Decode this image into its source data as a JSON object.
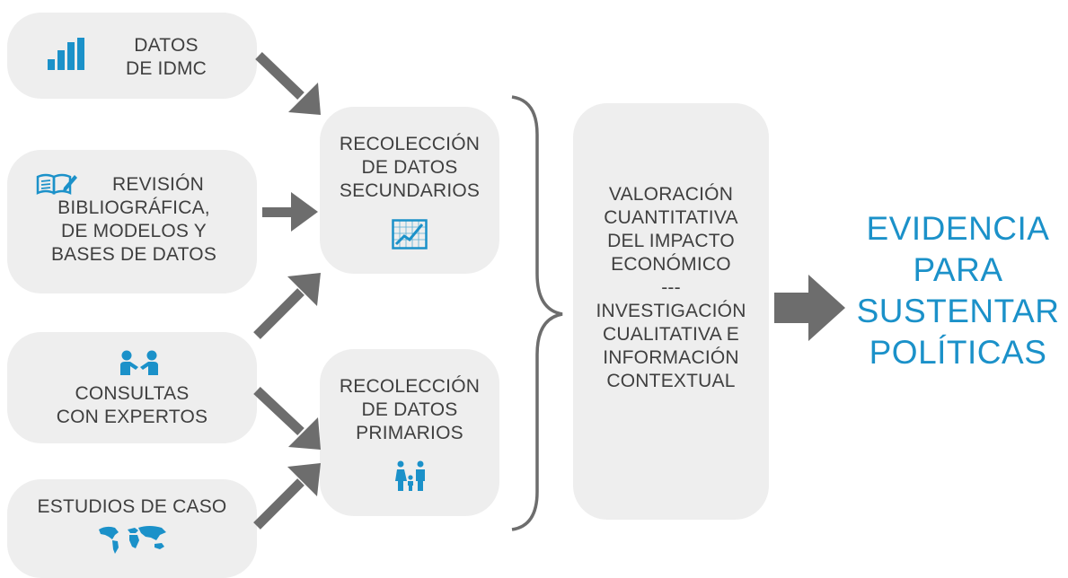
{
  "sources": {
    "idmc": {
      "line1": "DATOS",
      "line2": "DE IDMC",
      "icon": "bar-chart-icon"
    },
    "review": {
      "line1": "REVISIÓN",
      "line2": "BIBLIOGRÁFICA,",
      "line3": "DE MODELOS Y",
      "line4": "BASES DE DATOS",
      "icon": "open-book-pen-icon"
    },
    "experts": {
      "line1": "CONSULTAS",
      "line2": "CON EXPERTOS",
      "icon": "handshake-icon"
    },
    "cases": {
      "line1": "ESTUDIOS DE CASO",
      "icon": "world-map-icon"
    }
  },
  "collection": {
    "secondary": {
      "line1": "RECOLECCIÓN",
      "line2": "DE DATOS",
      "line3": "SECUNDARIOS",
      "icon": "line-chart-icon"
    },
    "primary": {
      "line1": "RECOLECCIÓN",
      "line2": "DE DATOS",
      "line3": "PRIMARIOS",
      "icon": "family-icon"
    }
  },
  "analysis": {
    "lines": [
      "VALORACIÓN",
      "CUANTITATIVA",
      "DEL IMPACTO",
      "ECONÓMICO",
      "---",
      "INVESTIGACIÓN",
      "CUALITATIVA E",
      "INFORMACIÓN",
      "CONTEXTUAL"
    ]
  },
  "result": {
    "lines": [
      "EVIDENCIA",
      "PARA",
      "SUSTENTAR",
      "POLÍTICAS"
    ]
  },
  "colors": {
    "accent": "#1b91c9",
    "box": "#eeeeee",
    "arrow": "#6d6d6d",
    "text": "#3f3f3f"
  }
}
